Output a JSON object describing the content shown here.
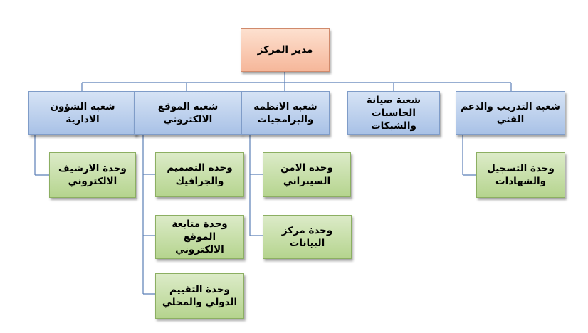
{
  "root": {
    "label": "مدير المركز"
  },
  "departments": [
    {
      "label": "شعبة الشؤون الادارية"
    },
    {
      "label": "شعبة الموقع الالكتروني"
    },
    {
      "label": "شعبة الانظمة والبرامجيات"
    },
    {
      "label": "شعبة صيانة الحاسبات والشبكات"
    },
    {
      "label": "شعبة التدريب والدعم الفني"
    }
  ],
  "units": [
    {
      "label": "وحدة الارشيف الالكتروني",
      "department": "شعبة الشؤون الادارية"
    },
    {
      "label": "وحدة التصميم والجرافيك",
      "department": "شعبة الموقع الالكتروني"
    },
    {
      "label": "وحدة متابعة الموقع الالكتروني",
      "department": "شعبة الموقع الالكتروني"
    },
    {
      "label": "وحدة التقييم الدولي والمحلي",
      "department": "شعبة الموقع الالكتروني"
    },
    {
      "label": "وحدة الامن السيبراني",
      "department": "شعبة الانظمة والبرامجيات"
    },
    {
      "label": "وحدة مركز البيانات",
      "department": "شعبة الانظمة والبرامجيات"
    },
    {
      "label": "وحدة التسجيل والشهادات",
      "department": "شعبة التدريب والدعم الفني"
    }
  ]
}
